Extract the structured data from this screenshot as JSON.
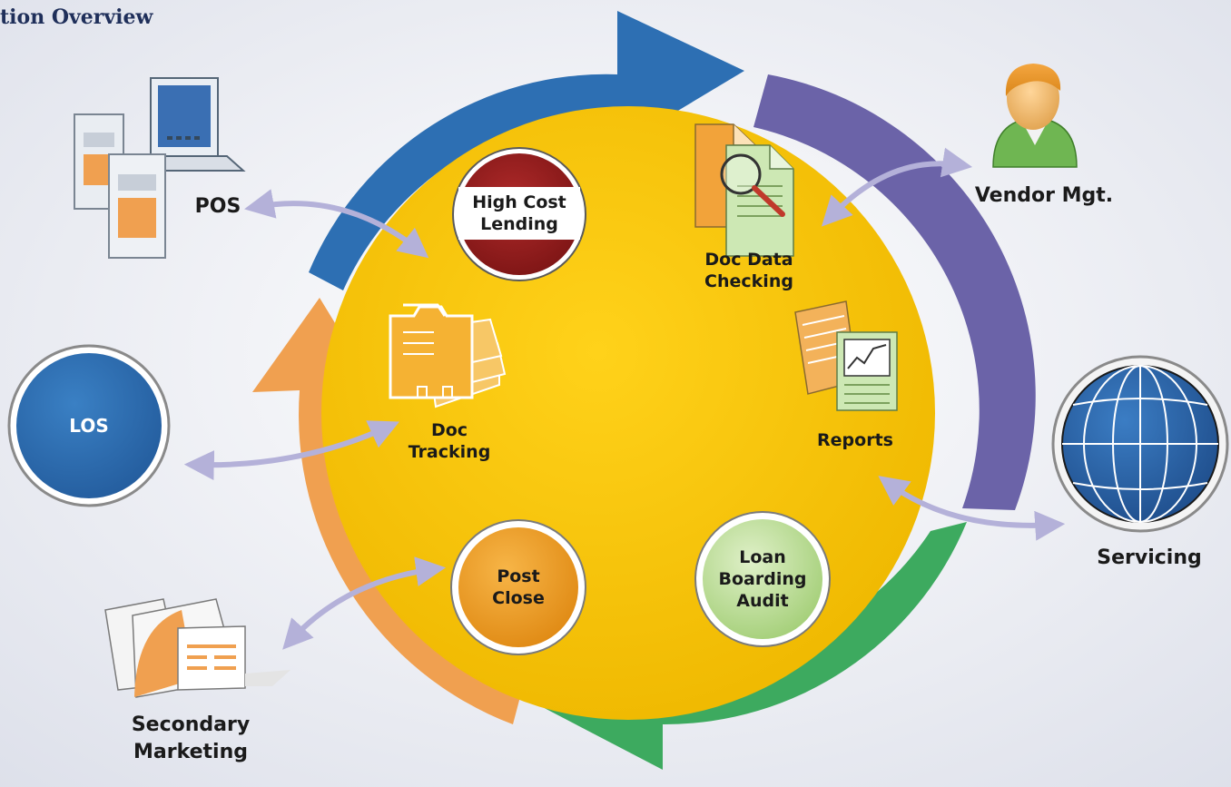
{
  "title": "tion Overview",
  "colors": {
    "core": "#f6c200",
    "blue_arc": "#2d6fb3",
    "purple_arc": "#6b63a8",
    "green_arc": "#3daa5f",
    "orange_arc": "#f0a050",
    "connector": "#b4b1d9"
  },
  "center_nodes": [
    {
      "id": "high-cost-lending",
      "lines": [
        "High Cost",
        "Lending"
      ],
      "icon": "no-entry-sign-icon"
    },
    {
      "id": "doc-data-checking",
      "lines": [
        "Doc Data",
        "Checking"
      ],
      "icon": "document-magnifier-icon"
    },
    {
      "id": "doc-tracking",
      "lines": [
        "Doc",
        "Tracking"
      ],
      "icon": "folder-icon"
    },
    {
      "id": "reports",
      "lines": [
        "Reports"
      ],
      "icon": "chart-report-icon"
    },
    {
      "id": "post-close",
      "lines": [
        "Post",
        "Close"
      ],
      "icon": "orange-circle-icon"
    },
    {
      "id": "loan-boarding-audit",
      "lines": [
        "Loan",
        "Boarding",
        "Audit"
      ],
      "icon": "green-circle-icon"
    }
  ],
  "external_nodes": [
    {
      "id": "pos",
      "lines": [
        "POS"
      ],
      "icon": "computer-servers-icon"
    },
    {
      "id": "vendor-mgt",
      "lines": [
        "Vendor Mgt."
      ],
      "icon": "person-icon"
    },
    {
      "id": "los",
      "lines": [
        "LOS"
      ],
      "icon": "blue-circle-icon"
    },
    {
      "id": "servicing",
      "lines": [
        "Servicing"
      ],
      "icon": "globe-icon"
    },
    {
      "id": "secondary-marketing",
      "lines": [
        "Secondary",
        "Marketing"
      ],
      "icon": "documents-icon"
    }
  ]
}
